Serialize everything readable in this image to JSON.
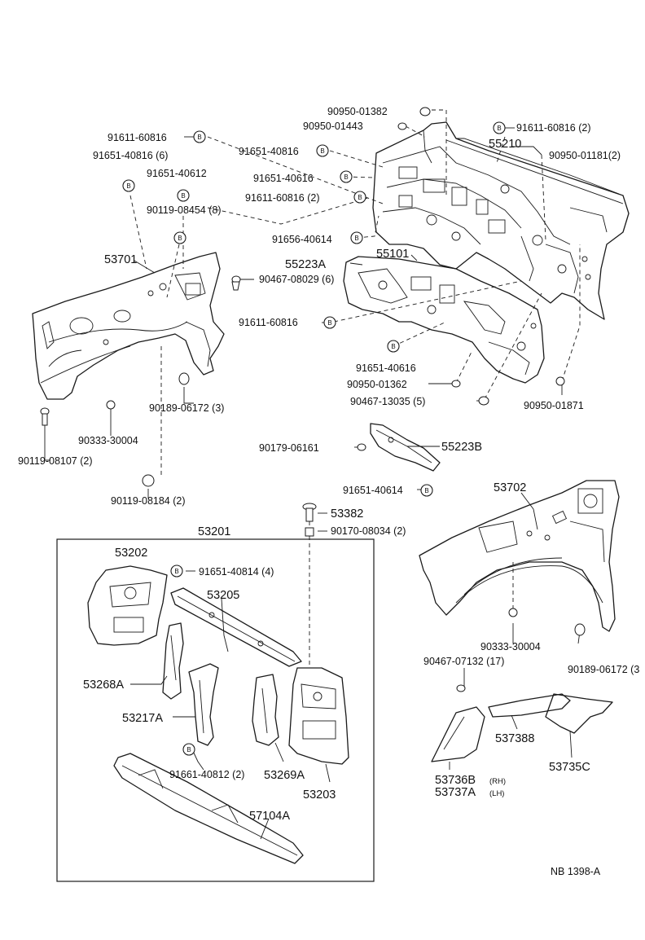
{
  "labels": {
    "p90950_01382": "90950-01382",
    "p90950_01443": "90950-01443",
    "p91611_60816_a": "91611-60816",
    "p91611_60816_b": "91611-60816 (2)",
    "p55210": "55210",
    "p90950_01181": "90950-01181(2)",
    "p91651_40816_a": "91651-40816 (6)",
    "p91651_40816_b": "91651-40816",
    "p91651_40612": "91651-40612",
    "p91651_40616_a": "91651-40616",
    "p90119_08454": "90119-08454 (8)",
    "p91611_60816_c": "91611-60816 (2)",
    "p91656_40614": "91656-40614",
    "p55101": "55101",
    "p53701": "53701",
    "p55223A": "55223A",
    "p90467_08029": "90467-08029 (6)",
    "p91611_60816_d": "91611-60816",
    "p91651_40616_b": "91651-40616",
    "p90950_01362": "90950-01362",
    "p90467_13035": "90467-13035 (5)",
    "p90950_01871": "90950-01871",
    "p90189_06172_a": "90189-06172 (3)",
    "p90333_30004_a": "90333-30004",
    "p90119_08107": "90119-08107 (2)",
    "p90179_06161": "90179-06161",
    "p55223B": "55223B",
    "p91651_40614": "91651-40614",
    "p90119_08184": "90119-08184 (2)",
    "p53702": "53702",
    "p53382": "53382",
    "p90170_08034": "90170-08034 (2)",
    "p53201": "53201",
    "p53202": "53202",
    "p91651_40814": "91651-40814 (4)",
    "p53205": "53205",
    "p53268A": "53268A",
    "p53217A": "53217A",
    "p91661_40812": "91661-40812 (2)",
    "p53269A": "53269A",
    "p53203": "53203",
    "p57104A": "57104A",
    "p90333_30004_b": "90333-30004",
    "p90189_06172_b": "90189-06172 (3",
    "p90467_07132": "90467-07132 (17)",
    "p537388": "537388",
    "p53735C": "53735C",
    "p53736B": "53736B",
    "p53736B_side": "(RH)",
    "p53737A": "53737A",
    "p53737A_side": "(LH)",
    "code": "NB  1398-A"
  },
  "symbols": {
    "fastener_letter": "B"
  }
}
